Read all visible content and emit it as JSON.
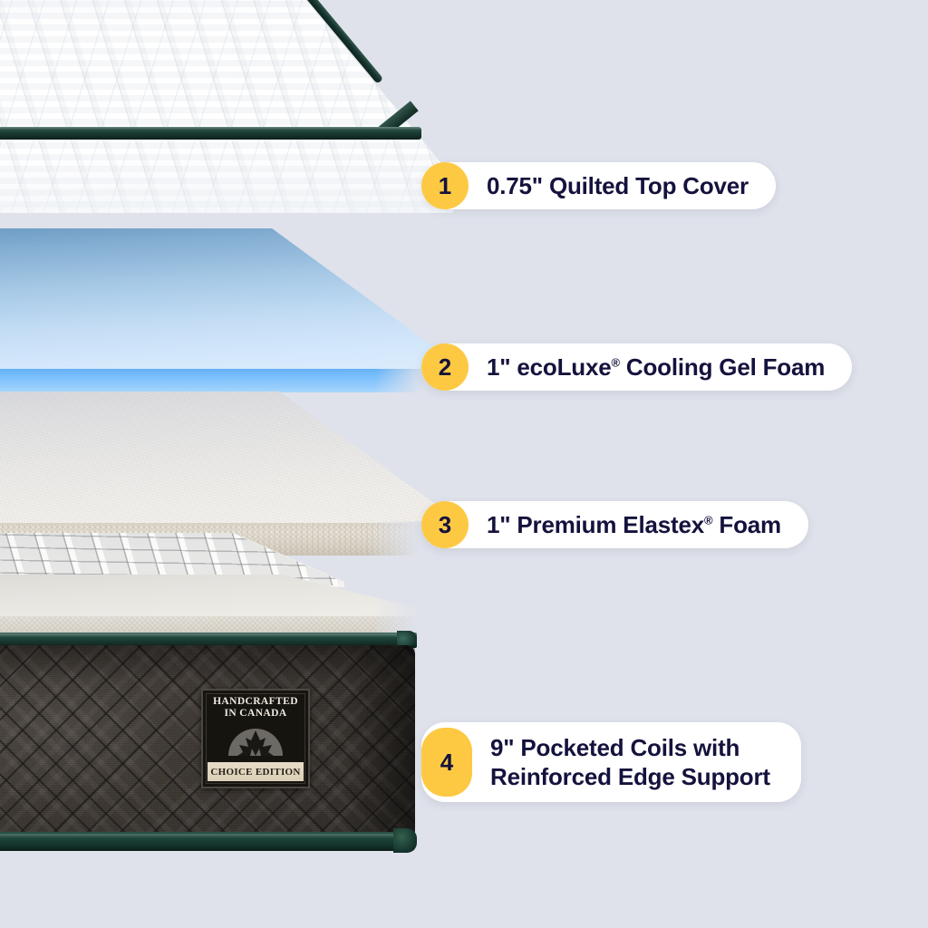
{
  "background_color": "#dfe2eb",
  "accent_color": "#fdc943",
  "text_color": "#14123d",
  "piping_color": "#1d4238",
  "product": {
    "type": "mattress-cutaway-diagram",
    "side_fabric_color": "#3b3530"
  },
  "callouts": [
    {
      "number": "1",
      "label": "0.75\" Quilted Top Cover",
      "line1": "0.75\" Quilted Top Cover",
      "line2": "",
      "trademark": "",
      "layer_name": "quilted-top-cover",
      "thickness": "0.75\""
    },
    {
      "number": "2",
      "label": "1\" ecoLuxe® Cooling Gel Foam",
      "line1_pre": "1\" ecoLuxe",
      "trademark": "®",
      "line1_post": " Cooling Gel Foam",
      "layer_name": "cooling-gel-foam",
      "thickness": "1\"",
      "color": "#7cc0fb"
    },
    {
      "number": "3",
      "label": "1\" Premium Elastex® Foam",
      "line1_pre": "1\" Premium Elastex",
      "trademark": "®",
      "line1_post": " Foam",
      "layer_name": "elastex-foam",
      "thickness": "1\"",
      "color": "#e8e2d7"
    },
    {
      "number": "4",
      "label": "9\" Pocketed Coils with Reinforced Edge Support",
      "line1": "9\" Pocketed Coils with",
      "line2": "Reinforced Edge Support",
      "layer_name": "pocketed-coils",
      "thickness": "9\""
    }
  ],
  "badge": {
    "title_line1": "HANDCRAFTED",
    "title_line2": "IN CANADA",
    "icon": "maple-leaf-icon",
    "banner": "CHOICE EDITION"
  }
}
